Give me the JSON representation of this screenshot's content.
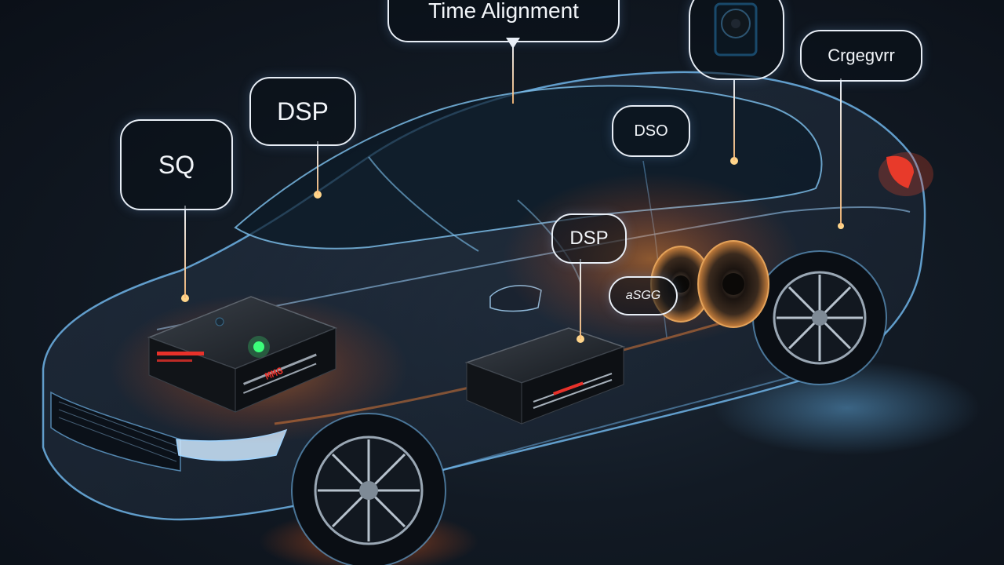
{
  "scene": {
    "palette": {
      "background": "#121a24",
      "car_outline": "#6fb4e8",
      "glow_orange": "#ff7a2a",
      "led_red": "#e8312a",
      "led_green": "#3cff7a",
      "bubble_stroke": "#e8eef6"
    }
  },
  "labels": {
    "time_alignment": "Time Alignment",
    "crossover": "Crgegvrr",
    "dsp_top": "DSP",
    "sq": "SQ",
    "dso": "DSO",
    "dsp_middle": "DSP",
    "side_label": "aSGG"
  },
  "devices": {
    "front_unit_display": "MMG",
    "front_unit_icon": "power-led-icon",
    "rear_unit_icon": "dsp-unit-icon",
    "speaker_icon": "speaker-icon"
  }
}
